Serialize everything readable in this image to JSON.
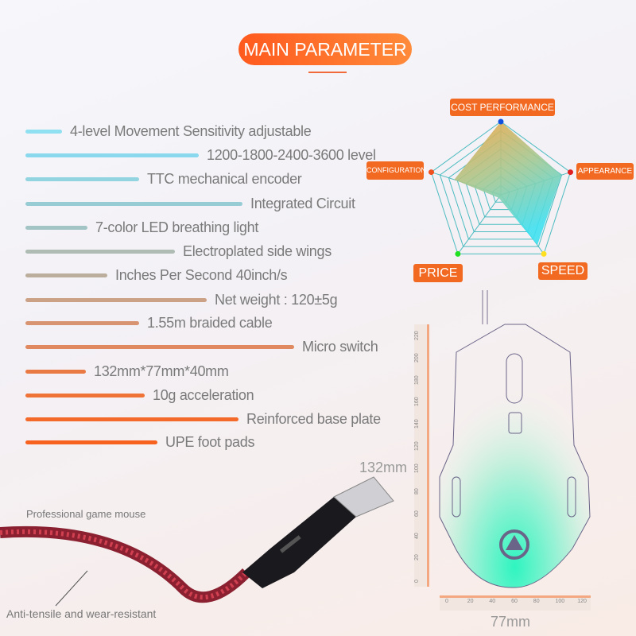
{
  "title": "MAIN PARAMETER",
  "features": [
    {
      "text": "4-level Movement Sensitivity adjustable",
      "color": "#8fe0f0"
    },
    {
      "text": "1200-1800-2400-3600 level",
      "color": "#8ad8ee"
    },
    {
      "text": "TTC mechanical encoder",
      "color": "#92d4e0"
    },
    {
      "text": "Integrated Circuit",
      "color": "#98ccd4"
    },
    {
      "text": "7-color LED breathing light",
      "color": "#a2c4c4"
    },
    {
      "text": "Electroplated side wings",
      "color": "#aebcb4"
    },
    {
      "text": "Inches Per Second 40inch/s",
      "color": "#bcae9c"
    },
    {
      "text": "Net weight : 120±5g",
      "color": "#cca286"
    },
    {
      "text": "1.55m braided cable",
      "color": "#d89470"
    },
    {
      "text": "Micro switch",
      "color": "#e08860"
    },
    {
      "text": "132mm*77mm*40mm",
      "color": "#ea7a44"
    },
    {
      "text": "10g acceleration",
      "color": "#ef7236"
    },
    {
      "text": "Reinforced base plate",
      "color": "#f36a2a"
    },
    {
      "text": "UPE foot pads",
      "color": "#f7621e"
    }
  ],
  "chart_data": {
    "type": "radar",
    "axes": [
      "COST PERFORMANCE",
      "APPEARANCE",
      "SPEED",
      "PRICE",
      "CONFIGURATION"
    ],
    "values": [
      1.0,
      0.87,
      0.85,
      0.05,
      0.67
    ],
    "range": [
      0,
      1
    ],
    "levels": 8,
    "point_colors": [
      "#1050e0",
      "#e02020",
      "#ffe020",
      "#20e020",
      "#f05020"
    ]
  },
  "dimensions": {
    "height": "132mm",
    "width": "77mm",
    "vertical_ticks": [
      "0",
      "20",
      "40",
      "60",
      "80",
      "100",
      "120",
      "140",
      "160",
      "180",
      "200",
      "220"
    ],
    "horizontal_ticks": [
      "0",
      "20",
      "40",
      "60",
      "80",
      "100",
      "120"
    ]
  },
  "captions": {
    "product": "Professional game mouse",
    "cable": "Anti-tensile and wear-resistant"
  }
}
